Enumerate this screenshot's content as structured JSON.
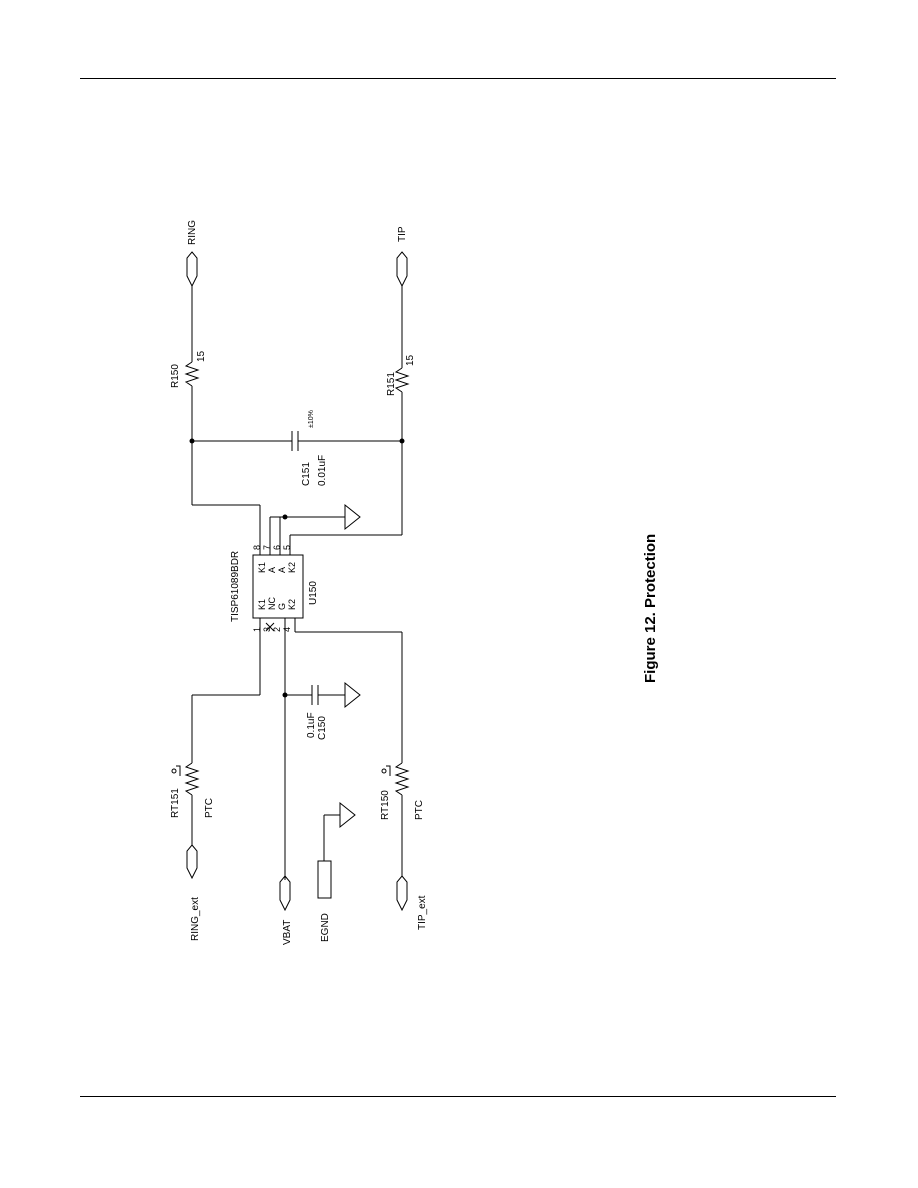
{
  "caption": "Figure 12. Protection",
  "ports": {
    "ring": "RING",
    "tip": "TIP",
    "ring_ext": "RING_ext",
    "vbat": "VBAT",
    "egnd": "EGND",
    "tip_ext": "TIP_ext"
  },
  "components": {
    "r150": {
      "ref": "R150",
      "value": "15"
    },
    "r151": {
      "ref": "R151",
      "value": "15"
    },
    "c151": {
      "ref": "C151",
      "value": "0.01uF",
      "tol": "±10%"
    },
    "c150": {
      "ref": "C150",
      "value": "0.1uF"
    },
    "rt151": {
      "ref": "RT151",
      "type": "PTC"
    },
    "rt150": {
      "ref": "RT150",
      "type": "PTC"
    },
    "u150": {
      "ref": "U150",
      "part": "TISP61089BDR",
      "pins_left": [
        "K1",
        "NC",
        "G",
        "K2"
      ],
      "pins_right": [
        "K1",
        "A",
        "A",
        "K2"
      ],
      "pin_nums_left": [
        "1",
        "3",
        "2",
        "4"
      ],
      "pin_nums_right": [
        "8",
        "7",
        "6",
        "5"
      ]
    }
  }
}
